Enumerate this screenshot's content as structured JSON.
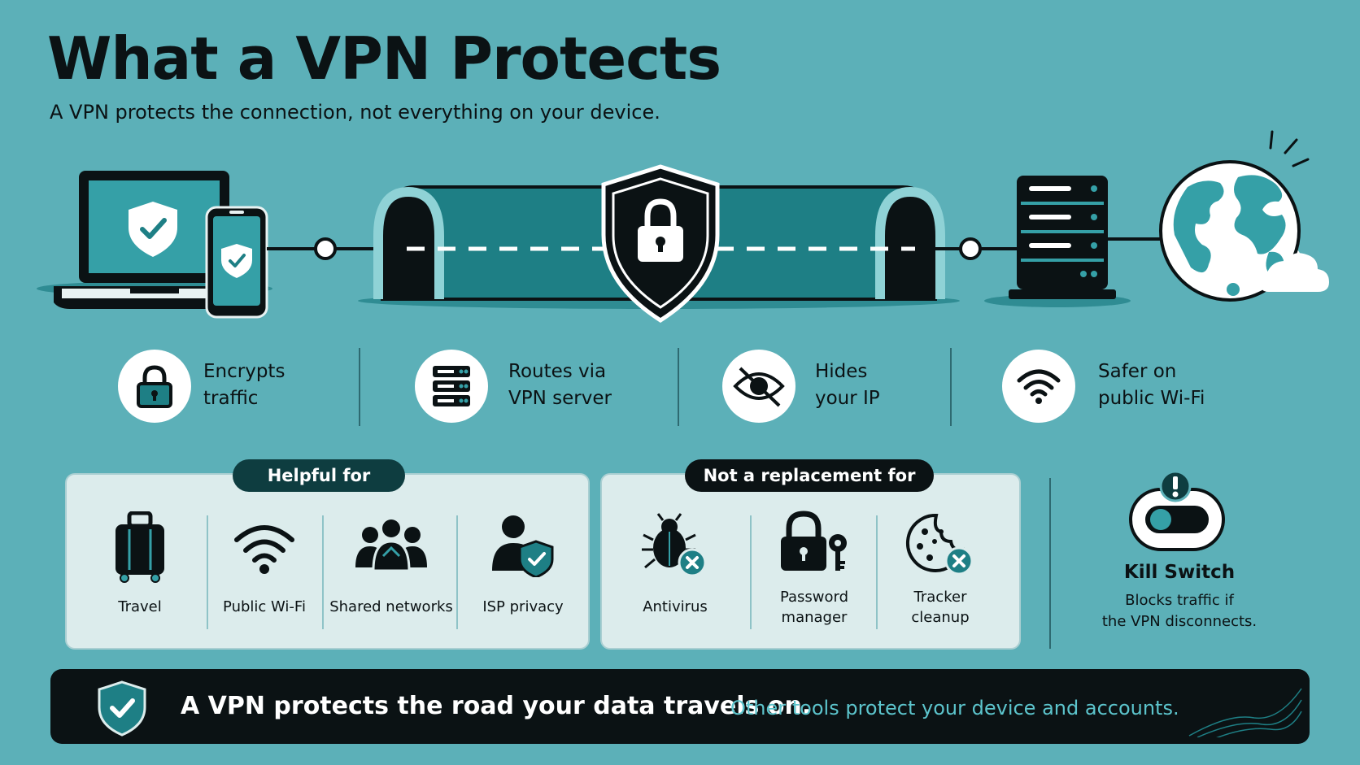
{
  "title": "What a VPN Protects",
  "subtitle": "A VPN protects the connection, not everything on your device.",
  "features": [
    {
      "line1": "Encrypts",
      "line2": "traffic",
      "icon": "lock-icon"
    },
    {
      "line1": "Routes via",
      "line2": "VPN server",
      "icon": "server-icon"
    },
    {
      "line1": "Hides",
      "line2": "your IP",
      "icon": "eye-slash-icon"
    },
    {
      "line1": "Safer on",
      "line2": "public Wi-Fi",
      "icon": "wifi-icon"
    }
  ],
  "helpful": {
    "label": "Helpful for",
    "items": [
      {
        "label": "Travel",
        "icon": "suitcase-icon"
      },
      {
        "label": "Public Wi-Fi",
        "icon": "wifi-icon"
      },
      {
        "label": "Shared networks",
        "icon": "people-icon"
      },
      {
        "label": "ISP privacy",
        "icon": "user-shield-icon"
      }
    ]
  },
  "not_replacement": {
    "label": "Not a replacement for",
    "items": [
      {
        "label": "Antivirus",
        "icon": "bug-icon"
      },
      {
        "label": "Password",
        "label2": "manager",
        "icon": "lock-key-icon"
      },
      {
        "label": "Tracker",
        "label2": "cleanup",
        "icon": "cookie-icon"
      }
    ]
  },
  "kill_switch": {
    "title": "Kill Switch",
    "desc1": "Blocks traffic if",
    "desc2": "the VPN disconnects."
  },
  "banner": {
    "main": "A VPN protects the road your data travels on.",
    "sub": "Other tools protect your device and accounts."
  },
  "colors": {
    "background": "#5cb0b8",
    "teal": "#1e7f85",
    "dark": "#0b1214",
    "accent_text": "#5cc4cc"
  }
}
